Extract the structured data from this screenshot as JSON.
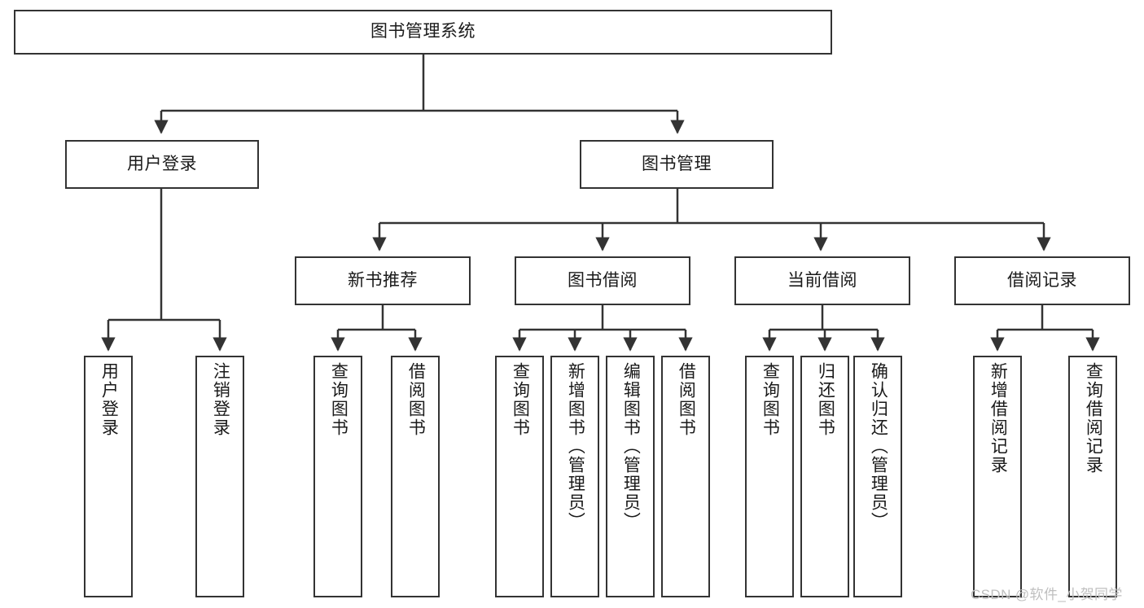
{
  "diagram": {
    "title": "图书管理系统",
    "type": "hierarchy-tree",
    "orientation": "top-down",
    "line_color": "#333333",
    "box_fill": "#ffffff",
    "box_border": "#333333",
    "text_color": "#1a1a1a"
  },
  "nodes": {
    "root": {
      "label": "图书管理系统",
      "level": 1,
      "orientation": "horizontal"
    },
    "level2": [
      {
        "id": "user-login",
        "label": "用户登录",
        "orientation": "horizontal"
      },
      {
        "id": "book-management",
        "label": "图书管理",
        "orientation": "horizontal"
      }
    ],
    "level3": [
      {
        "id": "new-book-recommend",
        "label": "新书推荐",
        "orientation": "horizontal",
        "parent": "book-management"
      },
      {
        "id": "book-borrow",
        "label": "图书借阅",
        "orientation": "horizontal",
        "parent": "book-management"
      },
      {
        "id": "current-borrow",
        "label": "当前借阅",
        "orientation": "horizontal",
        "parent": "book-management"
      },
      {
        "id": "borrow-record",
        "label": "借阅记录",
        "orientation": "horizontal",
        "parent": "book-management"
      }
    ],
    "leaves": [
      {
        "id": "leaf-user-login",
        "label": "用户登录",
        "parent": "user-login",
        "orientation": "vertical"
      },
      {
        "id": "leaf-user-logout",
        "label": "注销登录",
        "parent": "user-login",
        "orientation": "vertical"
      },
      {
        "id": "leaf-query-book-1",
        "label": "查询图书",
        "parent": "new-book-recommend",
        "orientation": "vertical"
      },
      {
        "id": "leaf-borrow-book-1",
        "label": "借阅图书",
        "parent": "new-book-recommend",
        "orientation": "vertical"
      },
      {
        "id": "leaf-query-book-2",
        "label": "查询图书",
        "parent": "book-borrow",
        "orientation": "vertical"
      },
      {
        "id": "leaf-add-book",
        "label": "新增图书（管理员）",
        "parent": "book-borrow",
        "orientation": "vertical"
      },
      {
        "id": "leaf-edit-book",
        "label": "编辑图书（管理员）",
        "parent": "book-borrow",
        "orientation": "vertical"
      },
      {
        "id": "leaf-borrow-book-2",
        "label": "借阅图书",
        "parent": "book-borrow",
        "orientation": "vertical"
      },
      {
        "id": "leaf-query-book-3",
        "label": "查询图书",
        "parent": "current-borrow",
        "orientation": "vertical"
      },
      {
        "id": "leaf-return-book",
        "label": "归还图书",
        "parent": "current-borrow",
        "orientation": "vertical"
      },
      {
        "id": "leaf-confirm-return",
        "label": "确认归还（管理员）",
        "parent": "current-borrow",
        "orientation": "vertical"
      },
      {
        "id": "leaf-add-record",
        "label": "新增借阅记录",
        "parent": "borrow-record",
        "orientation": "vertical"
      },
      {
        "id": "leaf-query-record",
        "label": "查询借阅记录",
        "parent": "borrow-record",
        "orientation": "vertical"
      }
    ]
  },
  "watermark": {
    "text": "CSDN @软件_小贺同学"
  }
}
